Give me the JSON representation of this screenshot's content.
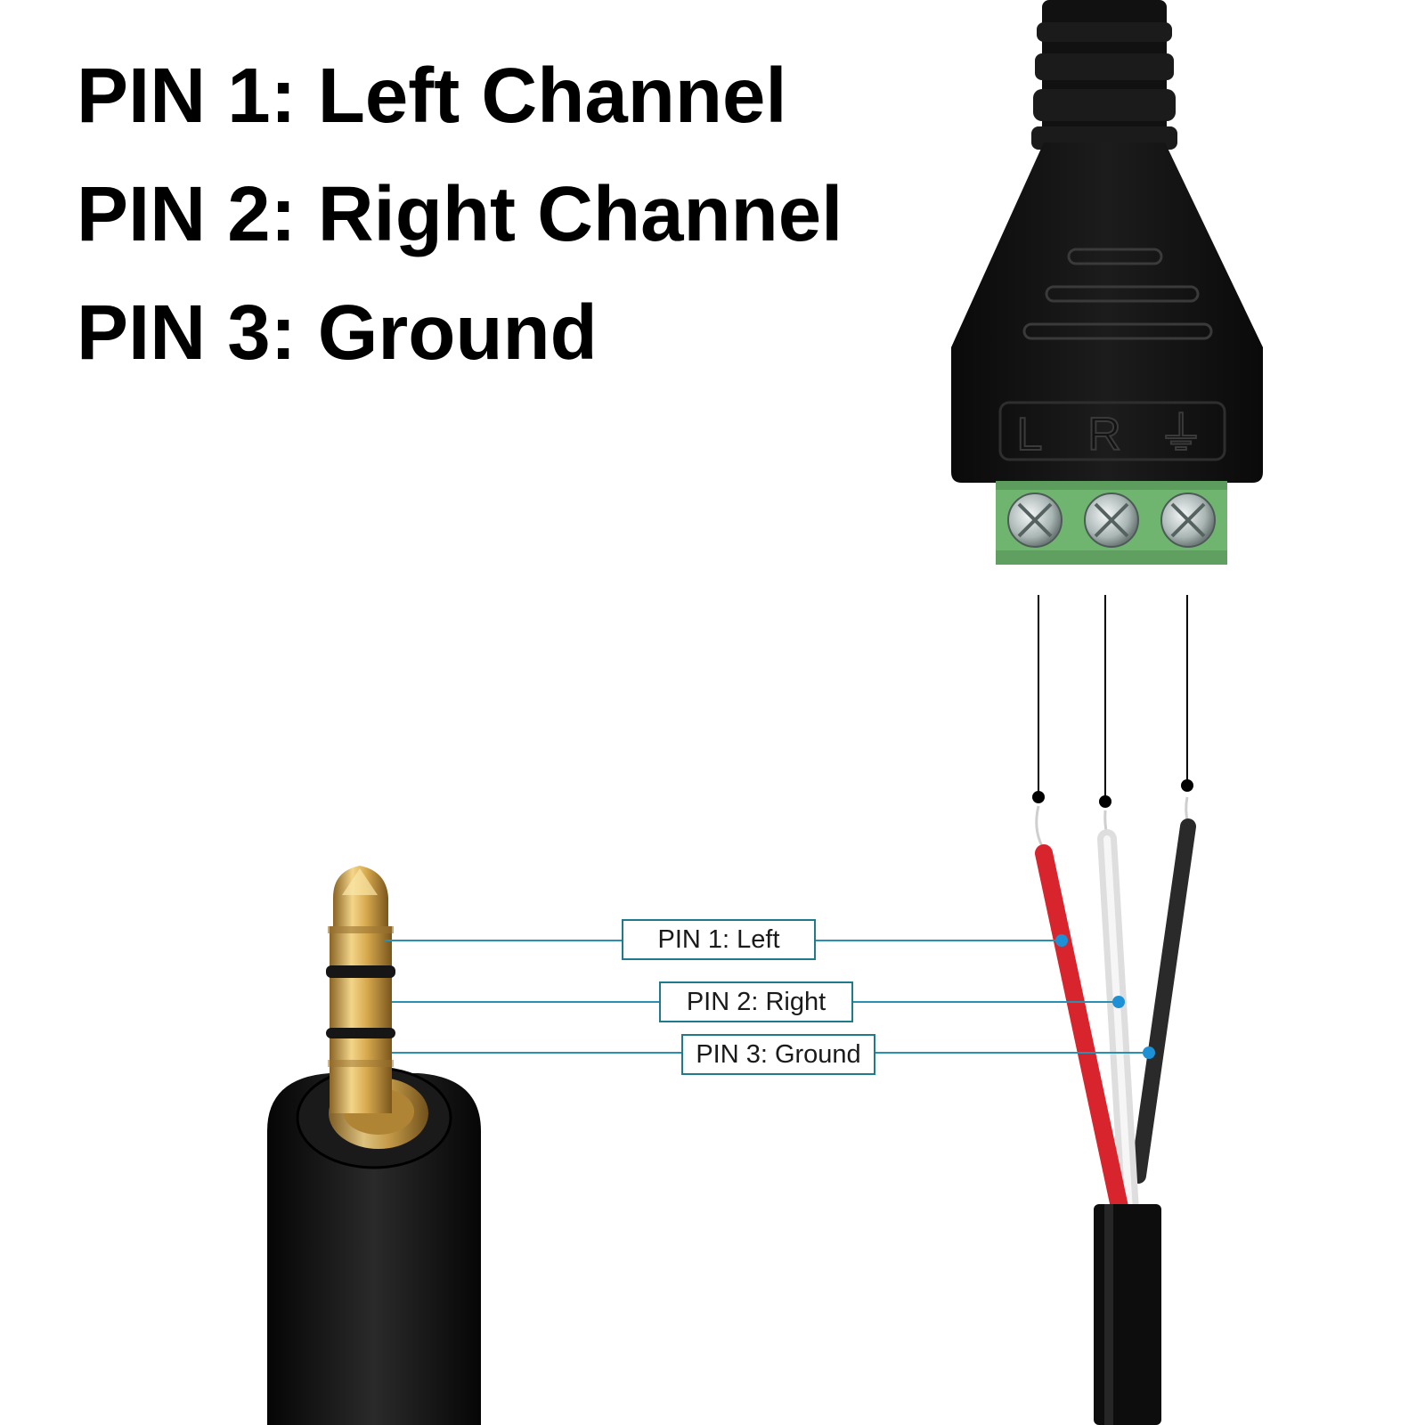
{
  "headlines": [
    "PIN 1: Left Channel",
    "PIN 2: Right Channel",
    "PIN 3: Ground"
  ],
  "terminal_labels": [
    "L",
    "R",
    "⏚"
  ],
  "callouts": [
    "PIN 1:  Left",
    "PIN 2:  Right",
    "PIN 3:  Ground"
  ],
  "colors": {
    "callout_border": "#1f7a8c",
    "leader_line": "#2a8fb0",
    "dot": "#1e90d6",
    "terminal_block": "#6fb56f",
    "wire_left": "#d8242c",
    "wire_right": "#e6e6e6",
    "wire_ground": "#2a2a2a",
    "plug_gold": "#d7a94e"
  }
}
